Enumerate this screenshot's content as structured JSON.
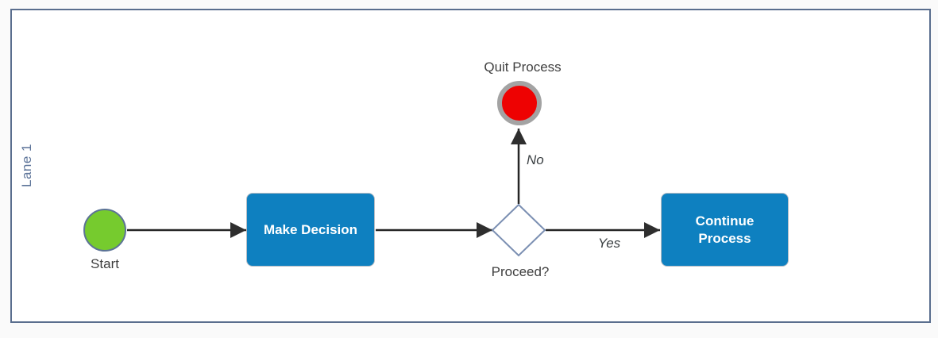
{
  "lane": {
    "label": "Lane 1"
  },
  "nodes": {
    "start_event": {
      "type": "start-event",
      "label": "Start"
    },
    "make_decision_task": {
      "type": "task",
      "label": "Make Decision"
    },
    "proceed_gateway": {
      "type": "exclusive-gateway",
      "label": "Proceed?"
    },
    "quit_end_event": {
      "type": "end-event",
      "label": "Quit Process"
    },
    "continue_task": {
      "type": "task",
      "label": "Continue Process"
    }
  },
  "edges": {
    "gateway_to_quit": {
      "label": "No"
    },
    "gateway_to_continue": {
      "label": "Yes"
    }
  },
  "colors": {
    "lane_border": "#5a6e8e",
    "task_fill": "#0e80c0",
    "start_fill": "#76cb2e",
    "end_fill": "#ee0202",
    "end_ring": "#a3a3a3",
    "gateway_stroke": "#7b8fb2",
    "connector": "#262626"
  }
}
